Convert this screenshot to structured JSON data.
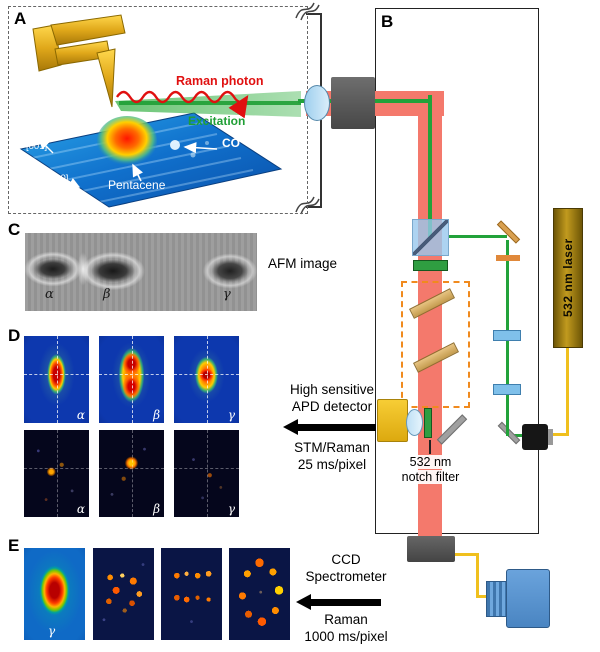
{
  "panels": {
    "a": {
      "letter": "A",
      "raman_label": "Raman photon",
      "excitation_label": "Excitation",
      "co_label": "CO",
      "pentacene_label": "Pentacene",
      "axis_001": "[001]",
      "axis_110": "[110]"
    },
    "b": {
      "letter": "B",
      "laser_label": "532 nm laser",
      "notch_line1": "532 nm",
      "notch_line2": "notch filter"
    },
    "c": {
      "letter": "C",
      "caption": "AFM image",
      "mol1": "α",
      "mol2": "β",
      "mol3": "γ"
    },
    "d": {
      "letter": "D",
      "top1": "α",
      "top2": "β",
      "top3": "γ",
      "bot1": "α",
      "bot2": "β",
      "bot3": "γ",
      "detector_line1": "High sensitive",
      "detector_line2": "APD detector",
      "mode_line1": "STM/Raman",
      "mode_line2": "25 ms/pixel"
    },
    "e": {
      "letter": "E",
      "map1_label": "γ",
      "spectro_line1": "CCD",
      "spectro_line2": "Spectrometer",
      "mode_line1": "Raman",
      "mode_line2": "1000 ms/pixel"
    }
  },
  "colors": {
    "beam_red": "#f4796c",
    "beam_green": "#22a23a",
    "fiber_yellow": "#f0c01e",
    "laser_gold": "#b8941f",
    "apd_yellow": "#f2c11e",
    "ccd_blue": "#5b9bd5",
    "raman_text_red": "#e01010",
    "dashed_box_orange": "#f08a1e"
  }
}
